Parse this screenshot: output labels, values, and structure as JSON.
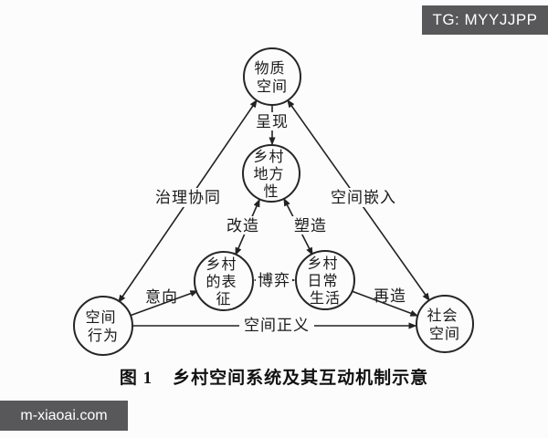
{
  "watermarks": {
    "tg_badge": "TG: MYYJJPP",
    "site": "m-xiaoai.com"
  },
  "caption": {
    "figure_label": "图 1",
    "title": "乡村空间系统及其互动机制示意"
  },
  "diagram": {
    "colors": {
      "background": "#fcfcfc",
      "line": "#222222",
      "badge_bg": "#58585a",
      "badge_text": "#ffffff"
    },
    "nodes": [
      {
        "id": "material-space",
        "lines": [
          "物质",
          "空间"
        ]
      },
      {
        "id": "rural-locality",
        "lines": [
          "乡村",
          "地方",
          "性"
        ]
      },
      {
        "id": "rural-representation",
        "lines": [
          "乡村",
          "的表",
          "征"
        ]
      },
      {
        "id": "rural-daily-life",
        "lines": [
          "乡村",
          "日常",
          "生活"
        ]
      },
      {
        "id": "spatial-behavior",
        "lines": [
          "空间",
          "行为"
        ]
      },
      {
        "id": "social-space",
        "lines": [
          "社会",
          "空间"
        ]
      }
    ],
    "edges": [
      {
        "label": "呈现",
        "from": "material-space",
        "to": "rural-locality",
        "direction": "one-way"
      },
      {
        "label": "治理协同",
        "from": "spatial-behavior",
        "to": "material-space",
        "direction": "two-way"
      },
      {
        "label": "空间嵌入",
        "from": "social-space",
        "to": "material-space",
        "direction": "two-way"
      },
      {
        "label": "改造",
        "from": "rural-locality",
        "to": "rural-representation",
        "direction": "two-way"
      },
      {
        "label": "塑造",
        "from": "rural-locality",
        "to": "rural-daily-life",
        "direction": "two-way"
      },
      {
        "label": "博弈",
        "from": "rural-representation",
        "to": "rural-daily-life",
        "direction": "two-way"
      },
      {
        "label": "意向",
        "from": "spatial-behavior",
        "to": "rural-representation",
        "direction": "one-way"
      },
      {
        "label": "再造",
        "from": "rural-daily-life",
        "to": "social-space",
        "direction": "one-way"
      },
      {
        "label": "空间正义",
        "from": "spatial-behavior",
        "to": "social-space",
        "direction": "one-way"
      }
    ]
  }
}
